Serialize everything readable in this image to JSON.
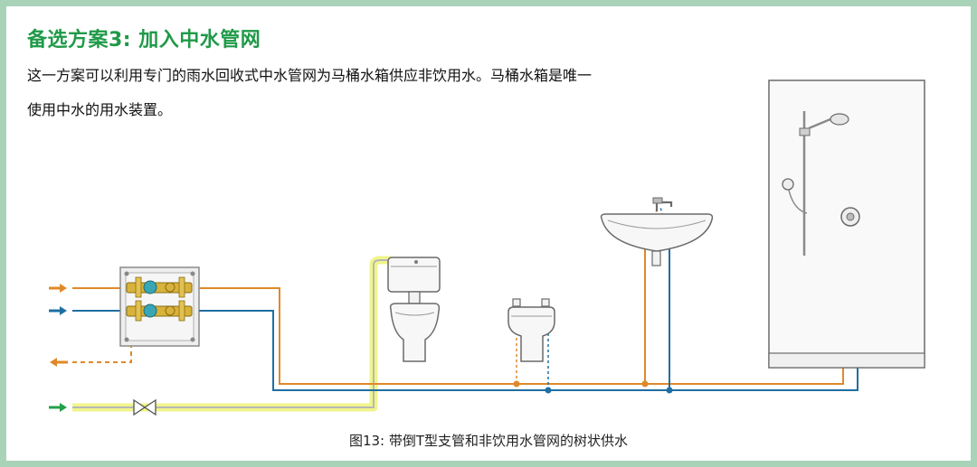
{
  "title": "备选方案3: 加入中水管网",
  "description": {
    "line1": "这一方案可以利用专门的雨水回收式中水管网为马桶水箱供应非饮用水。马桶水箱是唯一",
    "line2": "使用中水的用水装置。"
  },
  "caption": "图13: 带倒T型支管和非饮用水管网的树状供水",
  "colors": {
    "hot": "#e0892a",
    "cold": "#1f6fa3",
    "grey_water": "#f0f58a",
    "grey_water_core": "#c9c9c9",
    "title": "#1f9a48",
    "border": "#a9d3b9",
    "green_arrow": "#22a04b"
  },
  "icons": {
    "manifold": "manifold-box",
    "valve": "gate-valve-icon",
    "toilet": "toilet-icon",
    "bidet": "bidet-icon",
    "sink": "washbasin-icon",
    "shower": "shower-icon"
  }
}
